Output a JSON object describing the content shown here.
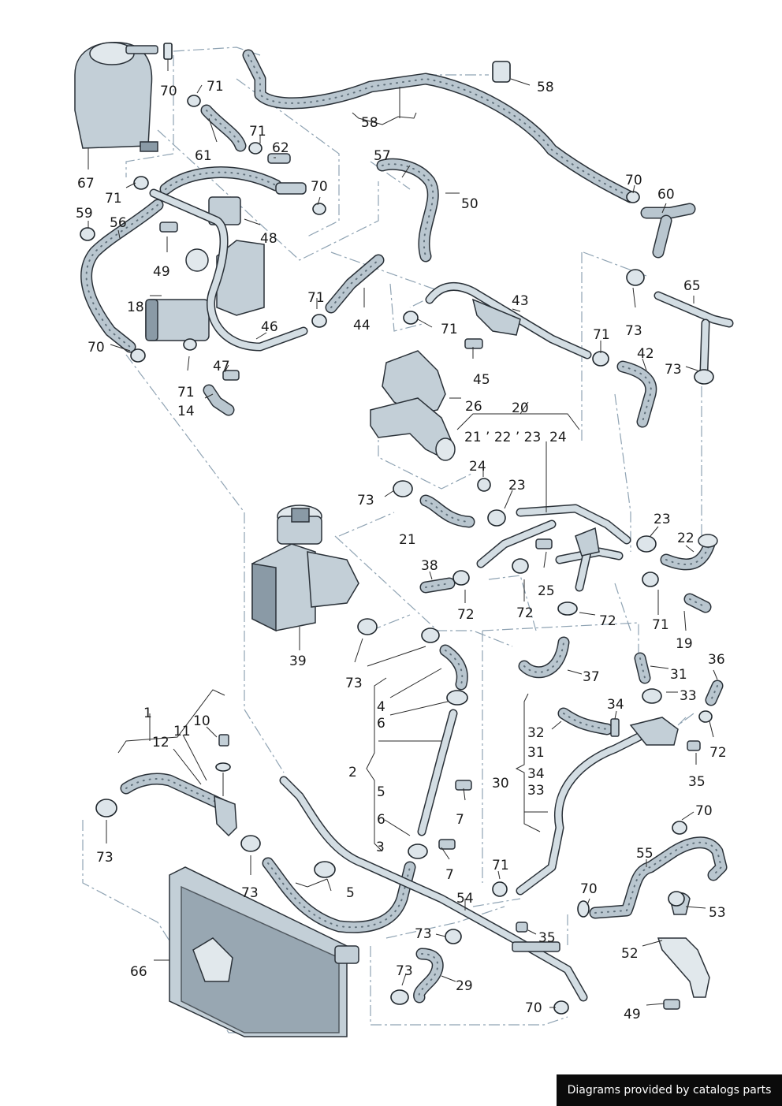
{
  "labels": [
    {
      "id": "l70a",
      "text": "70"
    },
    {
      "id": "l71a",
      "text": "71"
    },
    {
      "id": "l58a",
      "text": "58"
    },
    {
      "id": "l58b",
      "text": "58"
    },
    {
      "id": "l61",
      "text": "61"
    },
    {
      "id": "l71b",
      "text": "71"
    },
    {
      "id": "l62",
      "text": "62"
    },
    {
      "id": "l67",
      "text": "67"
    },
    {
      "id": "l71c",
      "text": "71"
    },
    {
      "id": "l57",
      "text": "57"
    },
    {
      "id": "l50",
      "text": "50"
    },
    {
      "id": "l70b",
      "text": "70"
    },
    {
      "id": "l70c",
      "text": "70"
    },
    {
      "id": "l60",
      "text": "60"
    },
    {
      "id": "l59",
      "text": "59"
    },
    {
      "id": "l56",
      "text": "56"
    },
    {
      "id": "l48",
      "text": "48"
    },
    {
      "id": "l49a",
      "text": "49"
    },
    {
      "id": "l18",
      "text": "18"
    },
    {
      "id": "l71d",
      "text": "71"
    },
    {
      "id": "l44",
      "text": "44"
    },
    {
      "id": "l43",
      "text": "43"
    },
    {
      "id": "l71e",
      "text": "71"
    },
    {
      "id": "l65",
      "text": "65"
    },
    {
      "id": "l73a",
      "text": "73"
    },
    {
      "id": "l46",
      "text": "46"
    },
    {
      "id": "l70d",
      "text": "70"
    },
    {
      "id": "l45",
      "text": "45"
    },
    {
      "id": "l71f",
      "text": "71"
    },
    {
      "id": "l42",
      "text": "42"
    },
    {
      "id": "l73b",
      "text": "73"
    },
    {
      "id": "l47",
      "text": "47"
    },
    {
      "id": "l71g",
      "text": "71"
    },
    {
      "id": "l14",
      "text": "14"
    },
    {
      "id": "l26",
      "text": "26"
    },
    {
      "id": "l20",
      "text": "20"
    },
    {
      "id": "l21_22_23",
      "text": "21 ’ 22 ’ 23"
    },
    {
      "id": "l24a",
      "text": "24"
    },
    {
      "id": "l24b",
      "text": "24"
    },
    {
      "id": "l73c",
      "text": "73"
    },
    {
      "id": "l23a",
      "text": "23"
    },
    {
      "id": "l23b",
      "text": "23"
    },
    {
      "id": "l22",
      "text": "22"
    },
    {
      "id": "l21",
      "text": "21"
    },
    {
      "id": "l38",
      "text": "38"
    },
    {
      "id": "l25",
      "text": "25"
    },
    {
      "id": "l72a",
      "text": "72"
    },
    {
      "id": "l72b",
      "text": "72"
    },
    {
      "id": "l72c",
      "text": "72"
    },
    {
      "id": "l71h",
      "text": "71"
    },
    {
      "id": "l19",
      "text": "19"
    },
    {
      "id": "l39",
      "text": "39"
    },
    {
      "id": "l73d",
      "text": "73"
    },
    {
      "id": "l37",
      "text": "37"
    },
    {
      "id": "l36",
      "text": "36"
    },
    {
      "id": "l31a",
      "text": "31"
    },
    {
      "id": "l33a",
      "text": "33"
    },
    {
      "id": "l4",
      "text": "4"
    },
    {
      "id": "l6a",
      "text": "6"
    },
    {
      "id": "l34a",
      "text": "34"
    },
    {
      "id": "l32",
      "text": "32"
    },
    {
      "id": "l31b",
      "text": "31"
    },
    {
      "id": "l72d",
      "text": "72"
    },
    {
      "id": "l1",
      "text": "1"
    },
    {
      "id": "l10",
      "text": "10"
    },
    {
      "id": "l12",
      "text": "12"
    },
    {
      "id": "l11",
      "text": "11"
    },
    {
      "id": "l2",
      "text": "2"
    },
    {
      "id": "l30",
      "text": "30"
    },
    {
      "id": "l34b",
      "text": "34"
    },
    {
      "id": "l33b",
      "text": "33"
    },
    {
      "id": "l35a",
      "text": "35"
    },
    {
      "id": "l5a",
      "text": "5"
    },
    {
      "id": "l7a",
      "text": "7"
    },
    {
      "id": "l6b",
      "text": "6"
    },
    {
      "id": "l70e",
      "text": "70"
    },
    {
      "id": "l73e",
      "text": "73"
    },
    {
      "id": "l3",
      "text": "3"
    },
    {
      "id": "l7b",
      "text": "7"
    },
    {
      "id": "l55",
      "text": "55"
    },
    {
      "id": "l71i",
      "text": "71"
    },
    {
      "id": "l73f",
      "text": "73"
    },
    {
      "id": "l5b",
      "text": "5"
    },
    {
      "id": "l54",
      "text": "54"
    },
    {
      "id": "l70f",
      "text": "70"
    },
    {
      "id": "l53",
      "text": "53"
    },
    {
      "id": "l35b",
      "text": "35"
    },
    {
      "id": "l73g",
      "text": "73"
    },
    {
      "id": "l52",
      "text": "52"
    },
    {
      "id": "l66",
      "text": "66"
    },
    {
      "id": "l73h",
      "text": "73"
    },
    {
      "id": "l29",
      "text": "29"
    },
    {
      "id": "l70g",
      "text": "70"
    },
    {
      "id": "l49b",
      "text": "49"
    }
  ],
  "footer": {
    "text": "Diagrams provided by catalogs parts"
  }
}
